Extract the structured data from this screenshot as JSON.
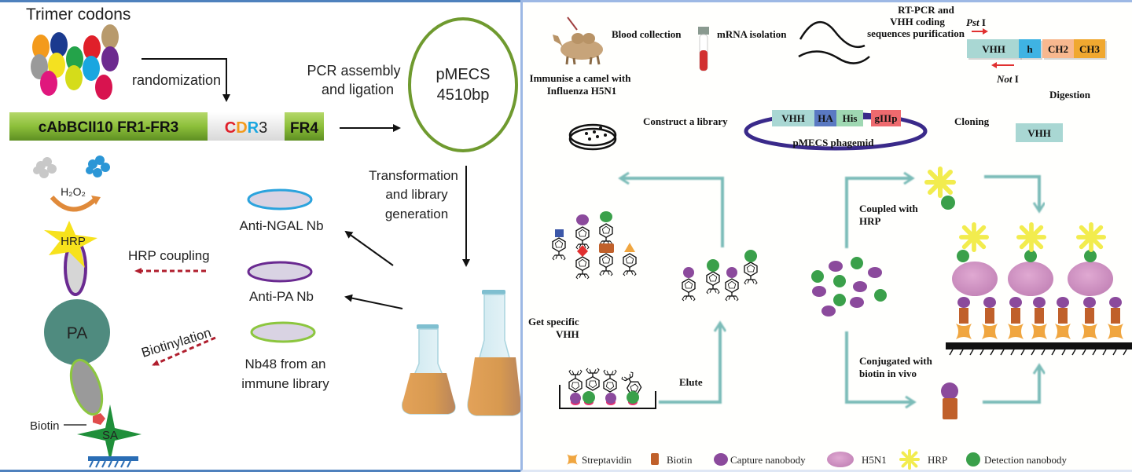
{
  "left_panel": {
    "trimer_title": "Trimer codons",
    "codon_colors": [
      "#f39a1c",
      "#1b3a8f",
      "#24a34a",
      "#e0202a",
      "#b89a6c",
      "#9a9a9a",
      "#f4e120",
      "#d5dc1a",
      "#19a6e0",
      "#6d2a8f",
      "#e0177d",
      "#d8134f"
    ],
    "randomization_label": "randomization",
    "fr1_fr3_label": "cAbBCII10 FR1-FR3",
    "cdr3": [
      {
        "char": "C",
        "color": "#e0202a"
      },
      {
        "char": "D",
        "color": "#f39a1c"
      },
      {
        "char": "R",
        "color": "#19a6e0"
      },
      {
        "char": "3",
        "color": "#222222"
      }
    ],
    "fr4_label": "FR4",
    "pcr_label_line1": "PCR assembly",
    "pcr_label_line2": "and ligation",
    "plasmid_line1": "pMECS",
    "plasmid_line2": "4510bp",
    "transformation_line1": "Transformation",
    "transformation_line2": "and library",
    "transformation_line3": "generation",
    "nanobodies": [
      {
        "label": "Anti-NGAL Nb",
        "color": "#2ba3dd"
      },
      {
        "label": "Anti-PA Nb",
        "color": "#6a2a91"
      },
      {
        "label_line1": "Nb48 from an",
        "label_line2": "immune library",
        "color": "#8cc63f"
      }
    ],
    "h2o2_label": "H₂O₂",
    "hrp_label": "HRP",
    "pa_label": "PA",
    "biotin_label": "Biotin",
    "sa_label": "SA",
    "hrp_coupling_label": "HRP coupling",
    "biotinylation_label": "Biotinylation"
  },
  "right_panel": {
    "camel_caption_line1": "Immunise a camel with",
    "camel_caption_line2": "Influenza H5N1",
    "blood_collection": "Blood collection",
    "mrna_isolation": "mRNA isolation",
    "rtpcr_line1": "RT-PCR and",
    "rtpcr_line2": "VHH coding",
    "rtpcr_line3": "sequences purification",
    "pst_label_italic": "Pst",
    "pst_label_suffix": " I",
    "not_label_italic": "Not",
    "not_label_suffix": " I",
    "gene_segments": [
      {
        "label": "VHH",
        "color": "#a9d7d3"
      },
      {
        "label": "h",
        "color": "#3fb3e3"
      },
      {
        "label": "CH2",
        "color": "#f8b88f"
      },
      {
        "label": "CH3",
        "color": "#f0a830"
      }
    ],
    "digestion": "Digestion",
    "vhh_fragment": "VHH",
    "cloning": "Cloning",
    "phagemid_segments": [
      {
        "label": "VHH",
        "color": "#a9d7d3"
      },
      {
        "label": "HA",
        "color": "#5a79c2"
      },
      {
        "label": "His",
        "color": "#9fd8b2"
      },
      {
        "label": "gIIIp",
        "color": "#ee6a6e"
      }
    ],
    "phagemid_label": "pMECS phagemid",
    "construct_library": "Construct a library",
    "get_specific_line1": "Get specific",
    "get_specific_line2": "VHH",
    "elute": "Elute",
    "coupled_line1": "Coupled with",
    "coupled_line2": "HRP",
    "conjugated_line1": "Conjugated with",
    "conjugated_line2": "biotin in vivo",
    "legend": [
      {
        "icon": "streptavidin-icon",
        "label": "Streptavidin",
        "color": "#f0a640"
      },
      {
        "icon": "biotin-icon",
        "label": "Biotin",
        "color": "#c0602a"
      },
      {
        "icon": "capture-nanobody-icon",
        "label": "Capture nanobody",
        "color": "#8b4a9c"
      },
      {
        "icon": "h5n1-icon",
        "label": "H5N1",
        "color": "#d08cc0"
      },
      {
        "icon": "hrp-icon",
        "label": "HRP",
        "color": "#f2ec4e"
      },
      {
        "icon": "detection-nanobody-icon",
        "label": "Detection nanobody",
        "color": "#3aa04a"
      }
    ],
    "arrow_color": "#7bbcb8"
  }
}
